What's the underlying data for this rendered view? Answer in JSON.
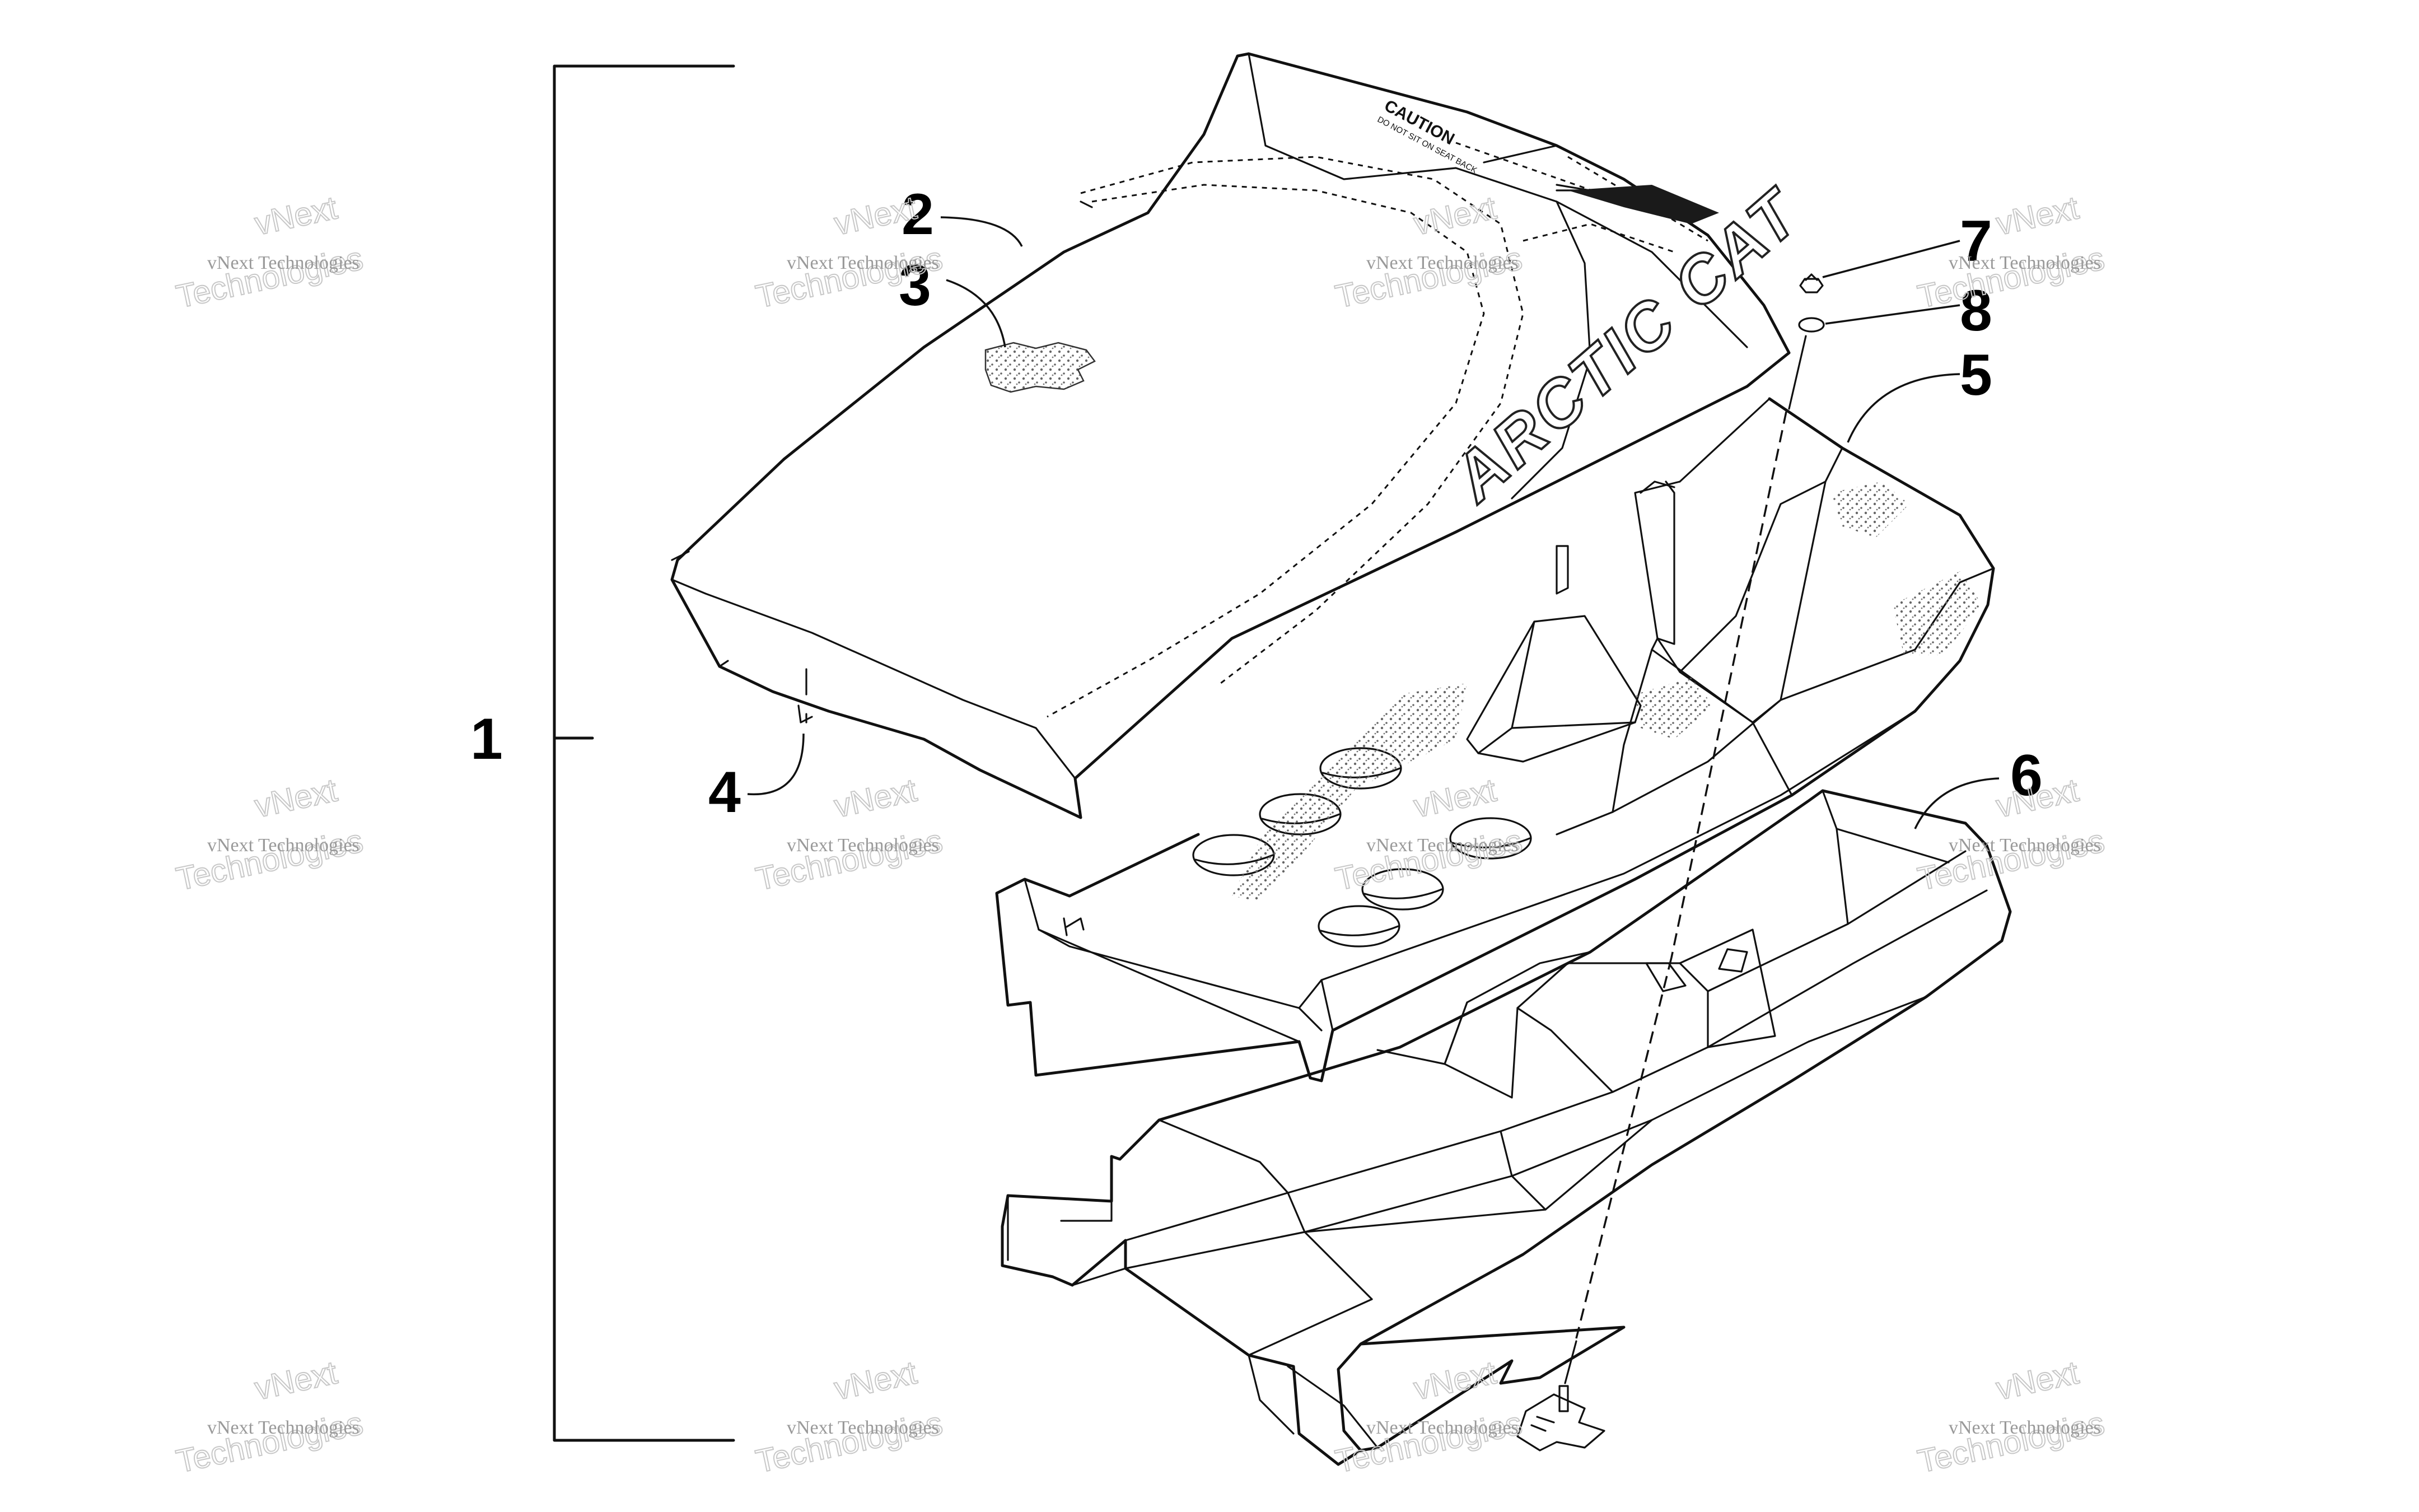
{
  "diagram": {
    "callouts": [
      {
        "id": "1",
        "label": "1"
      },
      {
        "id": "2",
        "label": "2"
      },
      {
        "id": "3",
        "label": "3"
      },
      {
        "id": "4",
        "label": "4"
      },
      {
        "id": "5",
        "label": "5"
      },
      {
        "id": "6",
        "label": "6"
      },
      {
        "id": "7",
        "label": "7"
      },
      {
        "id": "8",
        "label": "8"
      }
    ],
    "seat_logo": "ARCTIC CAT",
    "caution_label": {
      "heading": "CAUTION",
      "subtext": "DO NOT SIT ON SEAT BACK"
    },
    "watermark": {
      "line1": "vNext Technologies",
      "line2a": "vNext",
      "line2b": "Technologies"
    }
  }
}
